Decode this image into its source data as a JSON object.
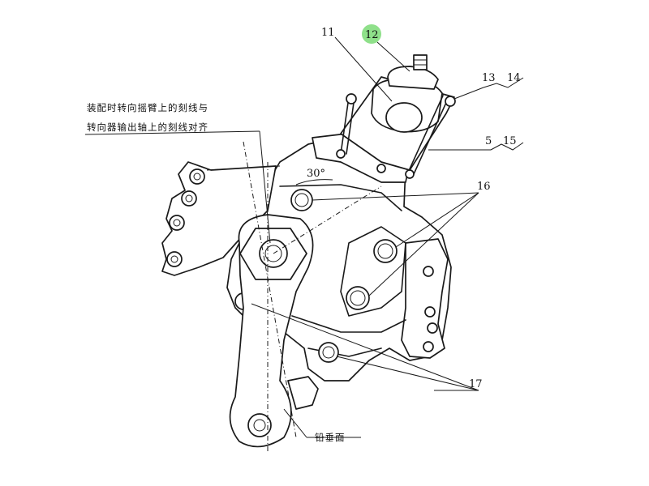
{
  "callouts": {
    "c11": "11",
    "c12": "12",
    "c13": "13",
    "c14": "14",
    "c5": "5",
    "c15": "15",
    "c16": "16",
    "c17": "17"
  },
  "highlight_color": "#8fe08a",
  "angle_label": "30°",
  "note": {
    "line1": "装配时转向摇臂上的刻线与",
    "line2": "转向器输出轴上的刻线对齐"
  },
  "plumb_label": "铅垂面"
}
